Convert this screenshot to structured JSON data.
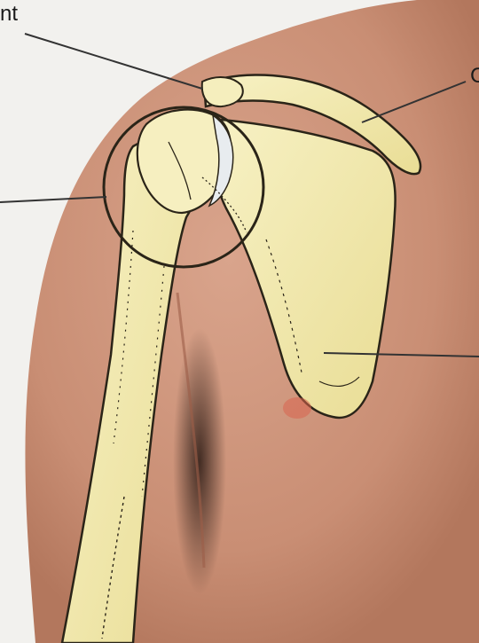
{
  "labels": {
    "top_left_fragment": "nt",
    "top_right_fragment": "C"
  },
  "leaders": [
    {
      "name": "leader-top-left",
      "labeled": true
    },
    {
      "name": "leader-top-right",
      "labeled": true
    },
    {
      "name": "leader-left",
      "labeled": false
    },
    {
      "name": "leader-right",
      "labeled": false
    }
  ],
  "colors": {
    "background": "#f2f1ee",
    "skin": "#c98e74",
    "bone": "#f3ecb0",
    "outline": "#2a2418",
    "leader_line": "#333333",
    "cartilage": "#e8ecef"
  }
}
